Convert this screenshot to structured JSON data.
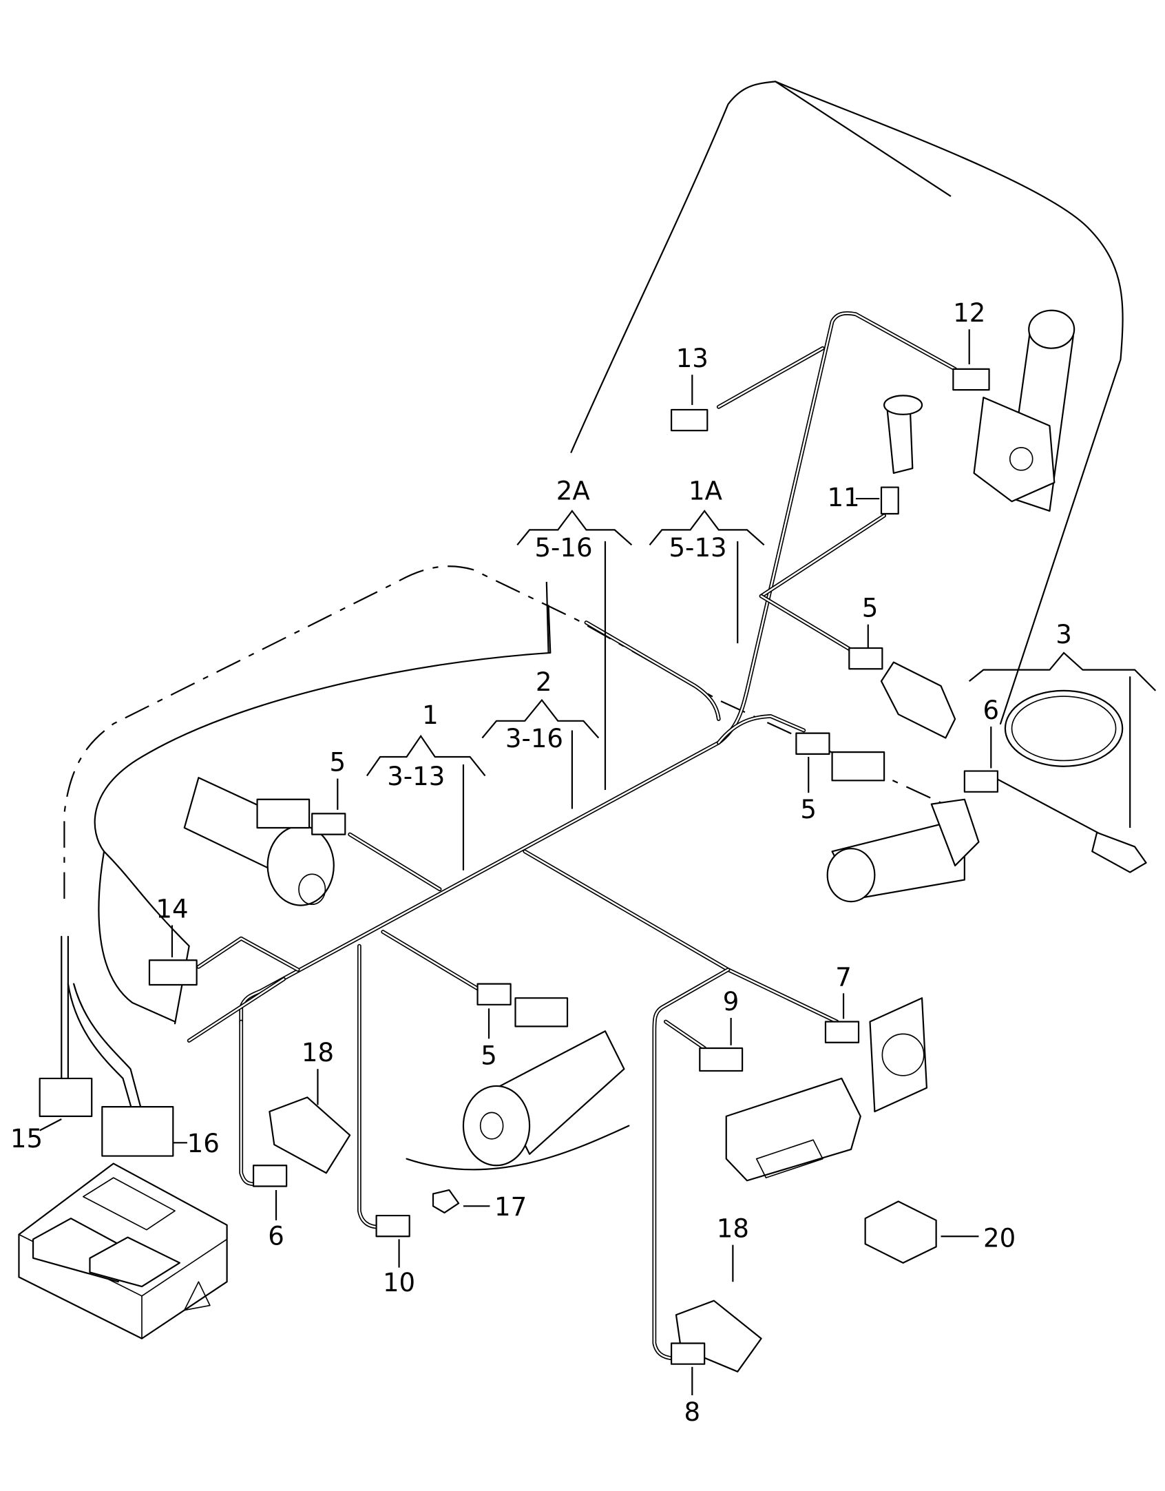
{
  "diagram": {
    "title": "Seat wiring harness parts diagram",
    "callouts": [
      {
        "id": "c-2A",
        "text": "2A",
        "sub": "5-16"
      },
      {
        "id": "c-1A",
        "text": "1A",
        "sub": "5-13"
      },
      {
        "id": "c-1",
        "text": "1",
        "sub": "3-13"
      },
      {
        "id": "c-2",
        "text": "2",
        "sub": "3-16"
      },
      {
        "id": "c-3",
        "text": "3",
        "sub": ""
      }
    ],
    "labels": {
      "l5a": "5",
      "l5b": "5",
      "l5c": "5",
      "l5d": "5",
      "l6a": "6",
      "l6b": "6",
      "l7": "7",
      "l8": "8",
      "l9": "9",
      "l10": "10",
      "l11": "11",
      "l12": "12",
      "l13": "13",
      "l14": "14",
      "l15": "15",
      "l16": "16",
      "l17": "17",
      "l18a": "18",
      "l18b": "18",
      "l20": "20"
    },
    "parts": [
      "wiring harness",
      "seat cushion outline",
      "seat backrest outline",
      "control unit",
      "motors",
      "connectors",
      "seat switch",
      "relay holders",
      "clip"
    ]
  }
}
